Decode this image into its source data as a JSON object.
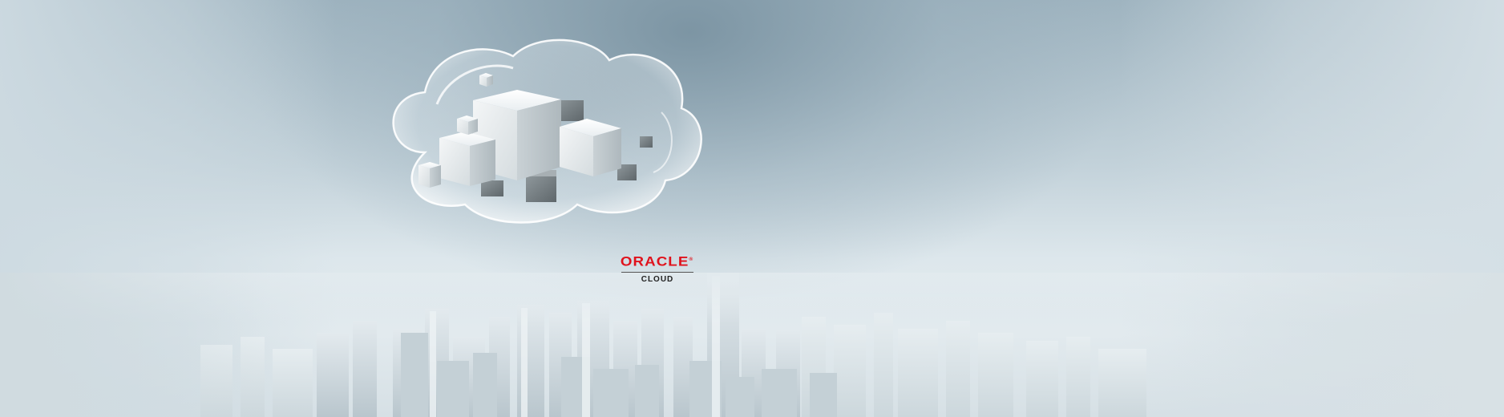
{
  "logo": {
    "wordmark": "ORACLE",
    "registered_mark": "®",
    "subtitle": "CLOUD"
  },
  "colors": {
    "brand_red": "#e0121c",
    "sky_top": "#9fb4c0",
    "haze": "#e2eaee"
  },
  "illustration": {
    "cloud": "glass-cloud-with-cubes",
    "city": "hazy-city-skyline"
  }
}
